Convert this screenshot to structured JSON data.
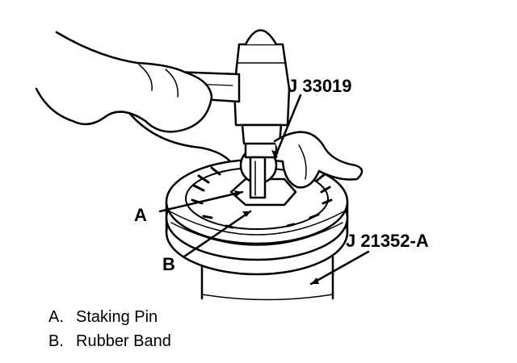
{
  "callouts": {
    "a": "A",
    "b": "B",
    "tool_staking": "J 33019",
    "tool_holder": "J 21352-A"
  },
  "legend": [
    {
      "key": "A.",
      "text": "Staking Pin"
    },
    {
      "key": "B.",
      "text": "Rubber Band"
    }
  ]
}
